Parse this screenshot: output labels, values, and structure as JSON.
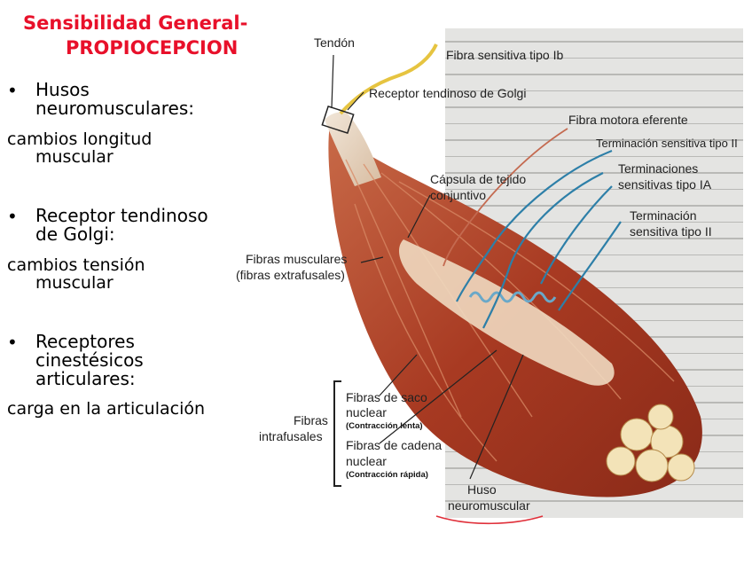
{
  "slide": {
    "title_line1": "Sensibilidad General-",
    "title_line2": "PROPIOCEPCION"
  },
  "bullets": [
    {
      "marker": "•",
      "line1": "Husos",
      "line2": "neuromusculares:",
      "note_line1": "cambios longitud",
      "note_line2": "muscular"
    },
    {
      "marker": "•",
      "line1": " Receptor tendinoso",
      "line2": "de Golgi:",
      "note_line1": "cambios tensión",
      "note_line2": "muscular"
    },
    {
      "marker": "•",
      "line1": "Receptores",
      "line2": "cinestésicos",
      "line3": "articulares:",
      "note_line1": "carga en la articulación"
    }
  ],
  "diagram": {
    "labels": {
      "tendon": "Tendón",
      "fibra_ib": "Fibra sensitiva tipo Ib",
      "receptor_golgi": "Receptor tendinoso de Golgi",
      "fibra_motora": "Fibra motora eferente",
      "term_ii_top": "Terminación sensitiva tipo II",
      "term_ia_1": "Terminaciones",
      "term_ia_2": "sensitivas tipo IA",
      "capsula_1": "Cápsula de tejido",
      "capsula_2": "conjuntivo",
      "term_ii_1": "Terminación",
      "term_ii_2": "sensitiva tipo II",
      "fibras_musc_1": "Fibras musculares",
      "fibras_musc_2": "(fibras extrafusales)",
      "saco_1": "Fibras de saco",
      "saco_2": "nuclear",
      "saco_3": "(Contracción lenta)",
      "cadena_1": "Fibras de cadena",
      "cadena_2": "nuclear",
      "cadena_3": "(Contracción rápida)",
      "intra_1": "Fibras",
      "intra_2": "intrafusales",
      "huso_1": "Huso",
      "huso_2": "neuromuscular"
    }
  },
  "colors": {
    "title": "#e8102a",
    "muscle": "#b5452a",
    "muscle_light": "#d98a66",
    "nerve_blue": "#2d7fa8",
    "nerve_yellow": "#e6c440",
    "underline_red": "#e0303a"
  }
}
